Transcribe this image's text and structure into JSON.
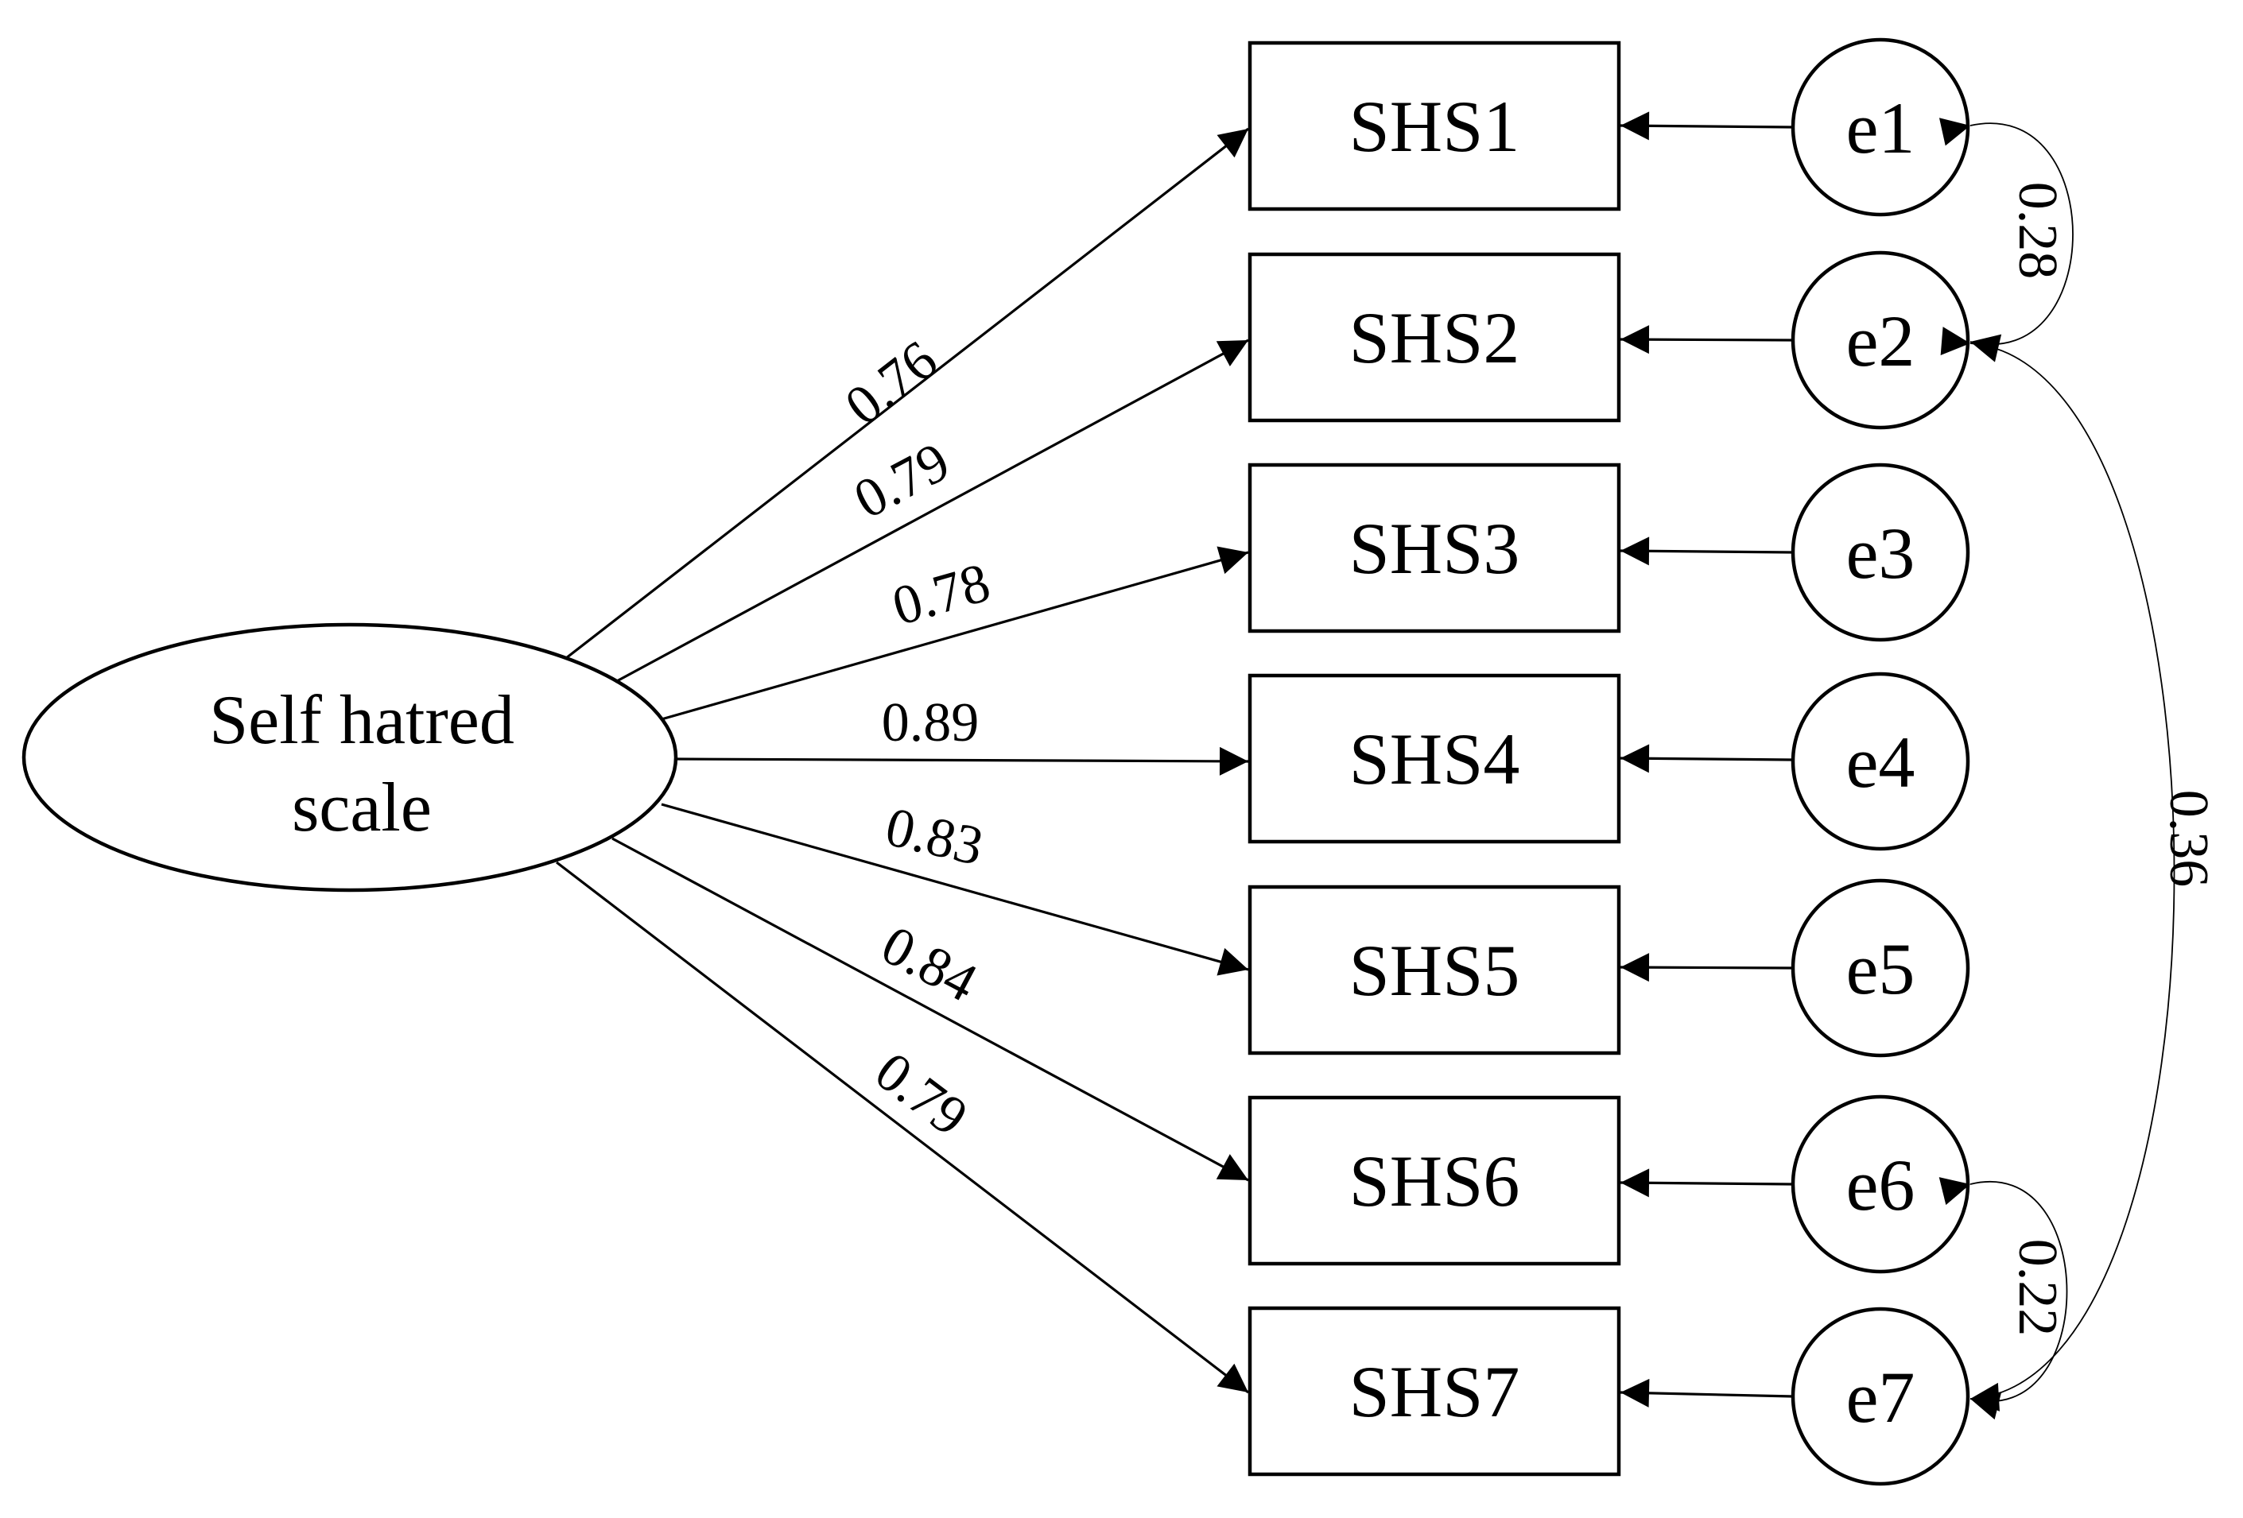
{
  "latent": {
    "line1": "Self hatred",
    "line2": "scale"
  },
  "items": [
    {
      "label": "SHS1",
      "loading": "0.76",
      "error": "e1"
    },
    {
      "label": "SHS2",
      "loading": "0.79",
      "error": "e2"
    },
    {
      "label": "SHS3",
      "loading": "0.78",
      "error": "e3"
    },
    {
      "label": "SHS4",
      "loading": "0.89",
      "error": "e4"
    },
    {
      "label": "SHS5",
      "loading": "0.83",
      "error": "e5"
    },
    {
      "label": "SHS6",
      "loading": "0.84",
      "error": "e6"
    },
    {
      "label": "SHS7",
      "loading": "0.79",
      "error": "e7"
    }
  ],
  "covariances": [
    {
      "from": "e1",
      "to": "e2",
      "value": "0.28"
    },
    {
      "from": "e2",
      "to": "e7",
      "value": "0.36"
    },
    {
      "from": "e6",
      "to": "e7",
      "value": "0.22"
    }
  ]
}
